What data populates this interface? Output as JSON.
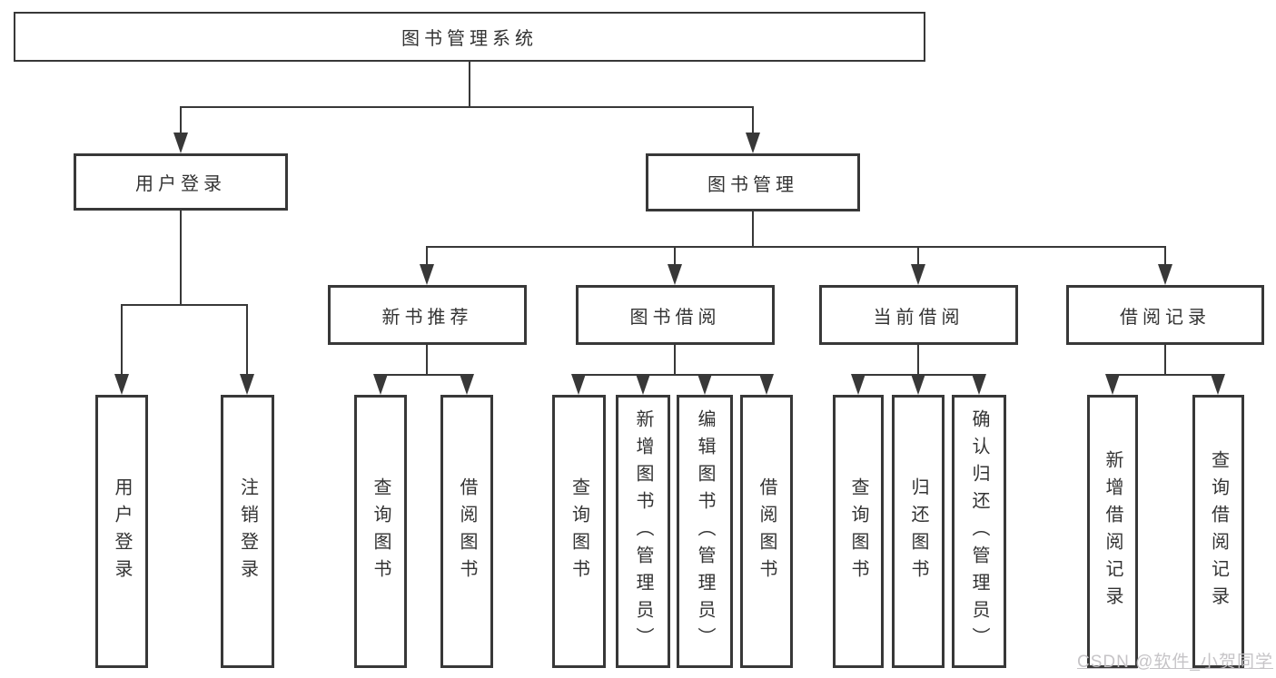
{
  "tree": {
    "root": {
      "label": "图书管理系统"
    },
    "branches": [
      {
        "label": "用户登录",
        "leaves": [
          {
            "label": "用户登录"
          },
          {
            "label": "注销登录"
          }
        ]
      },
      {
        "label": "图书管理",
        "sections": [
          {
            "label": "新书推荐",
            "leaves": [
              {
                "label": "查询图书"
              },
              {
                "label": "借阅图书"
              }
            ]
          },
          {
            "label": "图书借阅",
            "leaves": [
              {
                "label": "查询图书"
              },
              {
                "label": "新增图书（管理员）"
              },
              {
                "label": "编辑图书（管理员）"
              },
              {
                "label": "借阅图书"
              }
            ]
          },
          {
            "label": "当前借阅",
            "leaves": [
              {
                "label": "查询图书"
              },
              {
                "label": "归还图书"
              },
              {
                "label": "确认归还（管理员）"
              }
            ]
          },
          {
            "label": "借阅记录",
            "leaves": [
              {
                "label": "新增借阅记录"
              },
              {
                "label": "查询借阅记录"
              }
            ]
          }
        ]
      }
    ]
  },
  "watermark": {
    "text": "CSDN @软件_小贺同学"
  },
  "colors": {
    "line": "#383838",
    "text": "#333333",
    "box_fill": "#ffffff",
    "watermark": "#c3c1c4"
  }
}
